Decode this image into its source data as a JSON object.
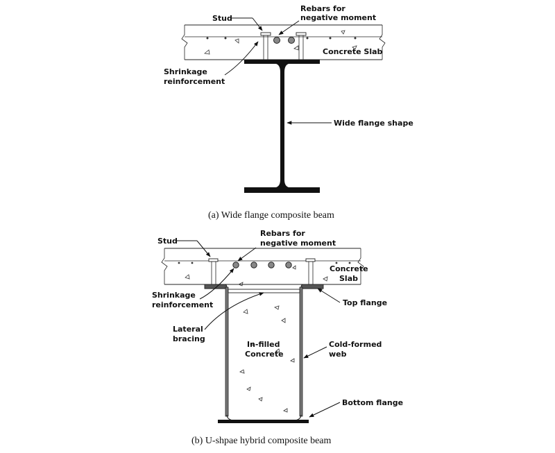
{
  "figure_a": {
    "caption": "(a)  Wide  flange  composite  beam",
    "labels": {
      "stud": "Stud",
      "rebars_line1": "Rebars for",
      "rebars_line2": "negative moment",
      "concrete_slab": "Concrete Slab",
      "shrinkage_line1": "Shrinkage",
      "shrinkage_line2": "reinforcement",
      "wide_flange": "Wide flange shape"
    }
  },
  "figure_b": {
    "caption": "(b)  U-shpae  hybrid  composite  beam",
    "labels": {
      "stud": "Stud",
      "rebars_line1": "Rebars for",
      "rebars_line2": "negative moment",
      "concrete_line1": "Concrete",
      "concrete_line2": "Slab",
      "shrinkage_line1": "Shrinkage",
      "shrinkage_line2": "reinforcement",
      "top_flange": "Top flange",
      "lateral_line1": "Lateral",
      "lateral_line2": "bracing",
      "infilled_line1": "In-filled",
      "infilled_line2": "Concrete",
      "coldformed_line1": "Cold-formed",
      "coldformed_line2": "web",
      "bottom_flange": "Bottom flange"
    }
  }
}
